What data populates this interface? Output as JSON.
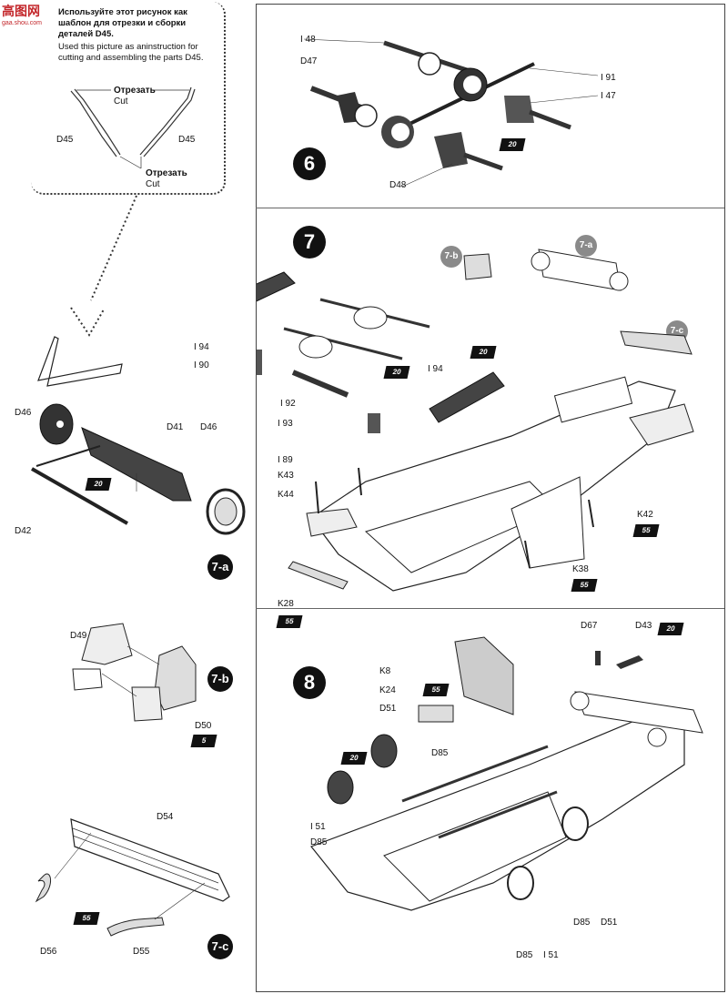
{
  "watermark": {
    "title": "高图网",
    "sub": "gaa.shou.com"
  },
  "note": {
    "ru": "Используйте этот рисунок как шаблон для отрезки и сборки деталей D45.",
    "en": "Used this picture as aninstruction for cutting and assembling the parts D45.",
    "cut_ru_left": "Отрезать",
    "cut_en_left": "Cut",
    "cut_ru_bottom": "Отрезать",
    "cut_en_bottom": "Cut",
    "part_left": "D45",
    "part_right": "D45"
  },
  "step6": {
    "number": "6",
    "labels": {
      "i48": "I 48",
      "d47": "D47",
      "i91": "I 91",
      "i47": "I 47",
      "d48": "D48"
    },
    "star": "20"
  },
  "step7": {
    "number": "7",
    "refs": {
      "b": "7-b",
      "a": "7-a",
      "c": "7-c"
    },
    "labels": {
      "i94a": "I 94",
      "i90": "I 90",
      "i94b": "I 94",
      "i92": "I 92",
      "i93": "I 93",
      "i89": "I 89",
      "k43": "K43",
      "k44": "K44",
      "k42": "K42",
      "k38": "K38",
      "k28": "K28"
    },
    "stars": {
      "s1": "20",
      "s2": "20",
      "k42": "55",
      "k38": "55",
      "k28": "55"
    }
  },
  "step7a": {
    "ref": "7-a",
    "labels": {
      "d46a": "D46",
      "d41": "D41",
      "d46b": "D46",
      "d42": "D42"
    },
    "star": "20"
  },
  "step7b": {
    "ref": "7-b",
    "labels": {
      "d49": "D49",
      "d50": "D50"
    },
    "star": "5"
  },
  "step7c": {
    "ref": "7-c",
    "labels": {
      "d54": "D54",
      "d56": "D56",
      "d55": "D55"
    },
    "star": "55"
  },
  "step8": {
    "number": "8",
    "labels": {
      "d67": "D67",
      "d43": "D43",
      "k8": "K8",
      "k24": "K24",
      "d51a": "D51",
      "d85a": "D85",
      "i51a": "I 51",
      "d85b": "D85",
      "d85c": "D85",
      "d51b": "D51",
      "d85d": "D85",
      "i51b": "I 51"
    },
    "stars": {
      "d43": "20",
      "k24": "55",
      "left": "20"
    }
  }
}
